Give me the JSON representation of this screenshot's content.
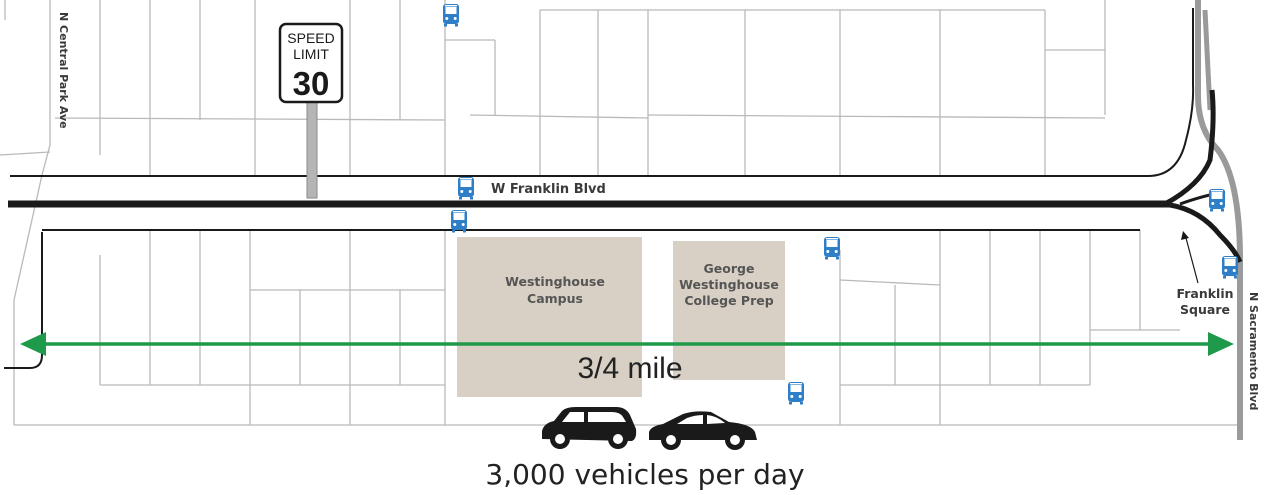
{
  "streets": {
    "main": "W Franklin Blvd",
    "west": "N Central Park Ave",
    "east": "N Sacramento Blvd"
  },
  "speed_sign": {
    "line1": "SPEED",
    "line2": "LIMIT",
    "limit": "30"
  },
  "buildings": [
    {
      "line1": "Westinghouse",
      "line2": "Campus",
      "line3": ""
    },
    {
      "line1": "George",
      "line2": "Westinghouse",
      "line3": "College Prep"
    }
  ],
  "landmark": {
    "line1": "Franklin",
    "line2": "Square"
  },
  "measurement": {
    "distance": "3/4 mile",
    "traffic": "3,000 vehicles per day"
  },
  "icons": [
    "bus-stop-icon",
    "car-icon",
    "sedan-icon",
    "arrow-icon"
  ],
  "colors": {
    "arterial": "#1a1a1a",
    "grid": "#b9b9b9",
    "boulevard": "#9a9a9a",
    "building": "#d8d0c4",
    "measure_arrow": "#1e9a4a",
    "bus": "#2f7fc8"
  }
}
